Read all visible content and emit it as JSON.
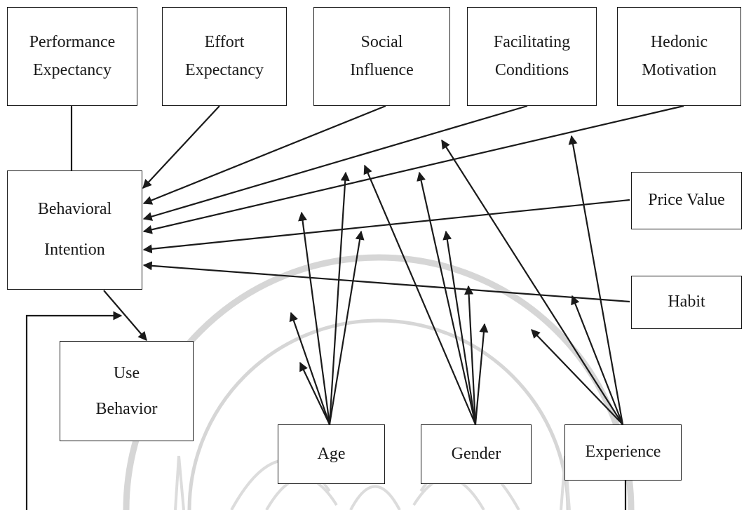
{
  "constructs": {
    "performance_expectancy": [
      "Performance",
      "Expectancy"
    ],
    "effort_expectancy": [
      "Effort",
      "Expectancy"
    ],
    "social_influence": [
      "Social",
      "Influence"
    ],
    "facilitating_conditions": [
      "Facilitating",
      "Conditions"
    ],
    "hedonic_motivation": [
      "Hedonic",
      "Motivation"
    ],
    "behavioral_intention": [
      "Behavioral",
      "Intention"
    ],
    "price_value": "Price Value",
    "habit": "Habit",
    "use_behavior": [
      "Use",
      "Behavior"
    ],
    "age": "Age",
    "gender": "Gender",
    "experience": "Experience"
  },
  "colors": {
    "stroke": "#1a1a1a",
    "watermark": "#c9c9c9"
  }
}
